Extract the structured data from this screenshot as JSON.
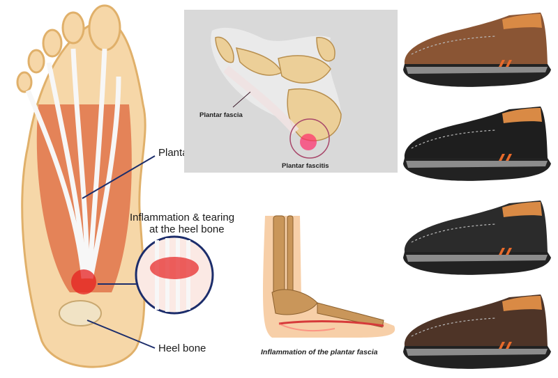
{
  "anatomy": {
    "label_plantar_fascia": "Plantar fascia",
    "label_inflammation_line1": "Inflammation & tearing",
    "label_inflammation_line2": "at the heel bone",
    "label_heel_bone": "Heel bone"
  },
  "xray": {
    "label_plantar_fascia": "Plantar fascia",
    "label_plantar_fasciitis": "Plantar fascitis"
  },
  "ankle": {
    "caption": "Inflammation of the plantar fascia"
  },
  "shoes": {
    "items": [
      {
        "color": "brown",
        "upper": "#8a5534",
        "lining": "#d98a45"
      },
      {
        "color": "black",
        "upper": "#1e1e1e",
        "lining": "#d98a45"
      },
      {
        "color": "black-matte",
        "upper": "#2b2b2b",
        "lining": "#d98a45"
      },
      {
        "color": "dark-brown",
        "upper": "#4e3427",
        "lining": "#d98a45"
      }
    ]
  },
  "colors": {
    "muscle": "#e0744a",
    "tendon": "#f4f4f4",
    "inflammation": "#e62020",
    "skin": "#f5c99a",
    "bone": "#f1e3c5",
    "line": "#1c2d6b"
  }
}
